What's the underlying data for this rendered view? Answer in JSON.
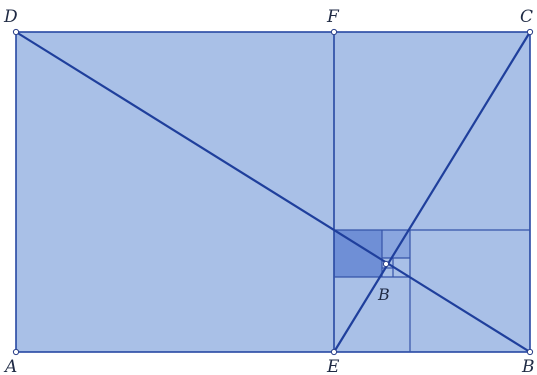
{
  "figure": {
    "colors": {
      "rectangle_fill": "#a9c0e7",
      "highlight_square": "#6f8fd6",
      "highlight_square_small": "#8aa6df",
      "lines": "#2748a3"
    },
    "vertices": {
      "A": "A",
      "B": "B",
      "C": "C",
      "D": "D",
      "E": "E",
      "F": "F"
    },
    "center_label": "B"
  }
}
